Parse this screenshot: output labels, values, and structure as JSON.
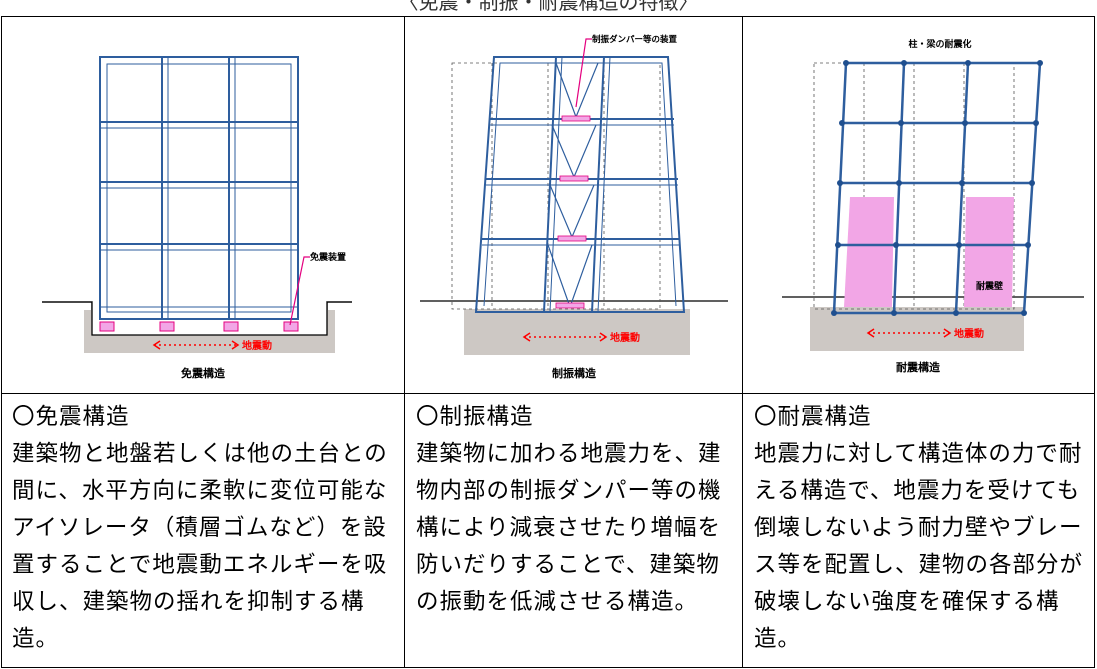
{
  "page_title": "〈免震・制振・耐震構造の特徴〉",
  "panels": [
    {
      "figure_caption": "免震構造",
      "device_label": "免震装置",
      "ground_motion_label": "地震動",
      "heading": "〇免震構造",
      "body": "建築物と地盤若しくは他の土台との間に、水平方向に柔軟に変位可能なアイソレータ（積層ゴムなど）を設置することで地震動エネルギーを吸収し、建築物の揺れを抑制する構造。"
    },
    {
      "figure_caption": "制振構造",
      "device_label": "制振ダンパー等の装置",
      "ground_motion_label": "地震動",
      "heading": "〇制振構造",
      "body": "建築物に加わる地震力を、建物内部の制振ダンパー等の機構により減衰させたり増幅を防いだりすることで、建築物の振動を低減させる構造。"
    },
    {
      "figure_caption": "耐震構造",
      "device_label": "柱・梁の耐震化",
      "wall_label": "耐震壁",
      "ground_motion_label": "地震動",
      "heading": "〇耐震構造",
      "body": "地震力に対して構造体の力で耐える構造で、地震力を受けても倒壊しないよう耐力壁やブレース等を配置し、建物の各部分が破壊しない強度を確保する構造。"
    }
  ],
  "colors": {
    "frame_blue": "#2e5e9e",
    "label_pink": "#e4007f",
    "damper_pink": "#f2a6e6",
    "ground_gray": "#cdc8c4",
    "arrow_red": "#ff0000"
  }
}
